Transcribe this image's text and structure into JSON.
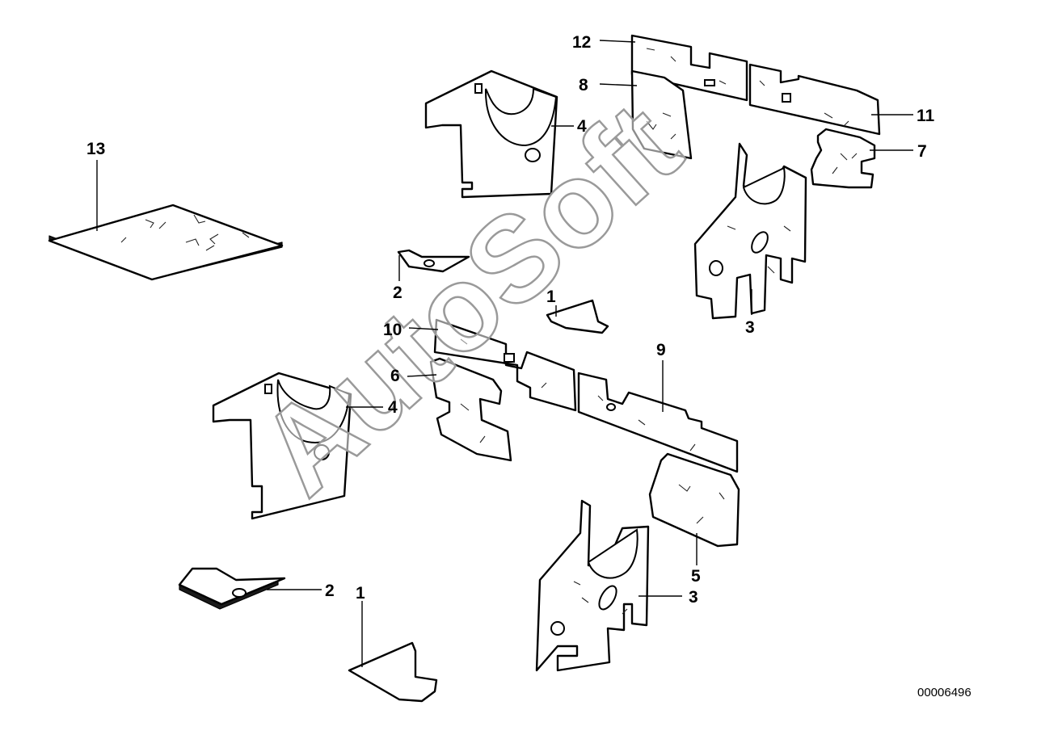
{
  "diagram": {
    "callouts": [
      {
        "id": "c13",
        "label": "13"
      },
      {
        "id": "c12",
        "label": "12"
      },
      {
        "id": "c8",
        "label": "8"
      },
      {
        "id": "c4a",
        "label": "4"
      },
      {
        "id": "c11",
        "label": "11"
      },
      {
        "id": "c7",
        "label": "7"
      },
      {
        "id": "c2a",
        "label": "2"
      },
      {
        "id": "c1a",
        "label": "1"
      },
      {
        "id": "c3a",
        "label": "3"
      },
      {
        "id": "c10",
        "label": "10"
      },
      {
        "id": "c9",
        "label": "9"
      },
      {
        "id": "c6",
        "label": "6"
      },
      {
        "id": "c4b",
        "label": "4"
      },
      {
        "id": "c5",
        "label": "5"
      },
      {
        "id": "c3b",
        "label": "3"
      },
      {
        "id": "c2b",
        "label": "2"
      },
      {
        "id": "c1b",
        "label": "1"
      }
    ],
    "document_number": "00006496",
    "watermark": "AutoSoft"
  }
}
